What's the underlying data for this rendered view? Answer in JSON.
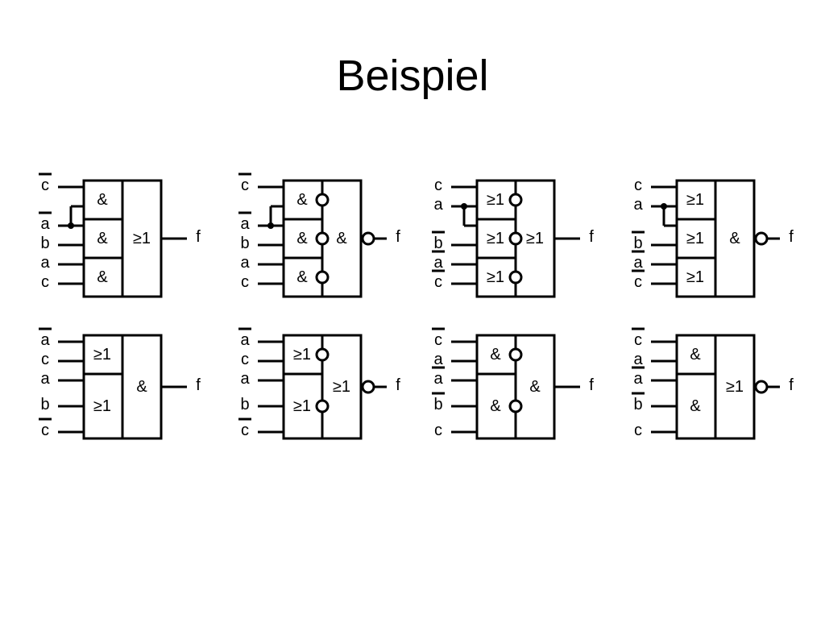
{
  "title": "Beispiel",
  "circuits": [
    {
      "inputs": [
        {
          "name": "c",
          "inv": true
        },
        {
          "name": "a",
          "inv": true
        },
        {
          "name": "b",
          "inv": false
        },
        {
          "name": "a",
          "inv": false
        },
        {
          "name": "c",
          "inv": false
        }
      ],
      "gates": [
        "&",
        "&",
        "&"
      ],
      "gate_inverted": false,
      "out_op": "≥1",
      "out_inverted": false,
      "output": "f"
    },
    {
      "inputs": [
        {
          "name": "c",
          "inv": true
        },
        {
          "name": "a",
          "inv": true
        },
        {
          "name": "b",
          "inv": false
        },
        {
          "name": "a",
          "inv": false
        },
        {
          "name": "c",
          "inv": false
        }
      ],
      "gates": [
        "&",
        "&",
        "&"
      ],
      "gate_inverted": true,
      "out_op": "&",
      "out_inverted": true,
      "output": "f"
    },
    {
      "inputs": [
        {
          "name": "c",
          "inv": false
        },
        {
          "name": "a",
          "inv": false
        },
        {
          "name": "b",
          "inv": true
        },
        {
          "name": "a",
          "inv": true
        },
        {
          "name": "c",
          "inv": true
        }
      ],
      "gates": [
        "≥1",
        "≥1",
        "≥1"
      ],
      "gate_inverted": true,
      "out_op": "≥1",
      "out_inverted": false,
      "output": "f"
    },
    {
      "inputs": [
        {
          "name": "c",
          "inv": false
        },
        {
          "name": "a",
          "inv": false
        },
        {
          "name": "b",
          "inv": true
        },
        {
          "name": "a",
          "inv": true
        },
        {
          "name": "c",
          "inv": true
        }
      ],
      "gates": [
        "≥1",
        "≥1",
        "≥1"
      ],
      "gate_inverted": false,
      "out_op": "&",
      "out_inverted": true,
      "output": "f"
    },
    {
      "inputs": [
        {
          "name": "a",
          "inv": true
        },
        {
          "name": "c",
          "inv": false
        },
        {
          "name": "a",
          "inv": false
        },
        {
          "name": "b",
          "inv": false
        },
        {
          "name": "c",
          "inv": true
        }
      ],
      "gates": [
        "≥1",
        "≥1"
      ],
      "gate_inverted": false,
      "out_op": "&",
      "out_inverted": false,
      "output": "f"
    },
    {
      "inputs": [
        {
          "name": "a",
          "inv": true
        },
        {
          "name": "c",
          "inv": false
        },
        {
          "name": "a",
          "inv": false
        },
        {
          "name": "b",
          "inv": false
        },
        {
          "name": "c",
          "inv": true
        }
      ],
      "gates": [
        "≥1",
        "≥1"
      ],
      "gate_inverted": true,
      "out_op": "≥1",
      "out_inverted": true,
      "output": "f"
    },
    {
      "inputs": [
        {
          "name": "c",
          "inv": true
        },
        {
          "name": "a",
          "inv": false
        },
        {
          "name": "a",
          "inv": true
        },
        {
          "name": "b",
          "inv": true
        },
        {
          "name": "c",
          "inv": false
        }
      ],
      "gates": [
        "&",
        "&"
      ],
      "gate_inverted": true,
      "out_op": "&",
      "out_inverted": false,
      "output": "f"
    },
    {
      "inputs": [
        {
          "name": "c",
          "inv": true
        },
        {
          "name": "a",
          "inv": false
        },
        {
          "name": "a",
          "inv": true
        },
        {
          "name": "b",
          "inv": true
        },
        {
          "name": "c",
          "inv": false
        }
      ],
      "gates": [
        "&",
        "&"
      ],
      "gate_inverted": false,
      "out_op": "≥1",
      "out_inverted": true,
      "output": "f"
    }
  ]
}
